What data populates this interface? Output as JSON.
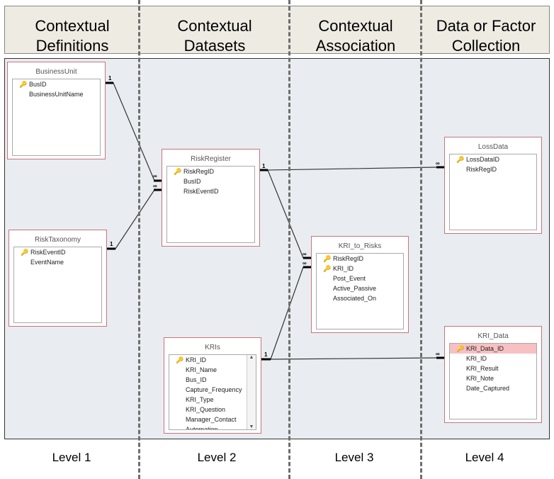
{
  "headers": [
    "Contextual\nDefinitions",
    "Contextual\nDatasets",
    "Contextual\nAssociation",
    "Data or Factor\nCollection"
  ],
  "levels": [
    "Level 1",
    "Level 2",
    "Level 3",
    "Level 4"
  ],
  "tables": {
    "business_unit": {
      "name": "BusinessUnit",
      "fields": [
        "BusID",
        "BusinessUnitName"
      ]
    },
    "risk_taxonomy": {
      "name": "RiskTaxonomy",
      "fields": [
        "RiskEventID",
        "EventName"
      ]
    },
    "risk_register": {
      "name": "RiskRegister",
      "fields": [
        "RiskRegID",
        "BusID",
        "RiskEventID"
      ]
    },
    "kri_to_risks": {
      "name": "KRI_to_Risks",
      "fields": [
        "RiskRegID",
        "KRI_ID",
        "Post_Event",
        "Active_Passive",
        "Associated_On"
      ]
    },
    "loss_data": {
      "name": "LossData",
      "fields": [
        "LossDataID",
        "RiskRegID"
      ]
    },
    "kris": {
      "name": "KRIs",
      "fields": [
        "KRI_ID",
        "KRI_Name",
        "Bus_ID",
        "Capture_Frequency",
        "KRI_Type",
        "KRI_Question",
        "Manager_Contact",
        "Automation"
      ]
    },
    "kri_data": {
      "name": "KRI_Data",
      "fields": [
        "KRI_Data_ID",
        "KRI_ID",
        "KRI_Result",
        "KRI_Note",
        "Date_Captured"
      ]
    }
  },
  "cardinality": {
    "one": "1",
    "many": "∞"
  },
  "colors": {
    "header_bg": "#eeebe3",
    "canvas_bg": "#e9edf1",
    "table_border": "#c9737a",
    "selected_field": "#f7c0c2"
  }
}
